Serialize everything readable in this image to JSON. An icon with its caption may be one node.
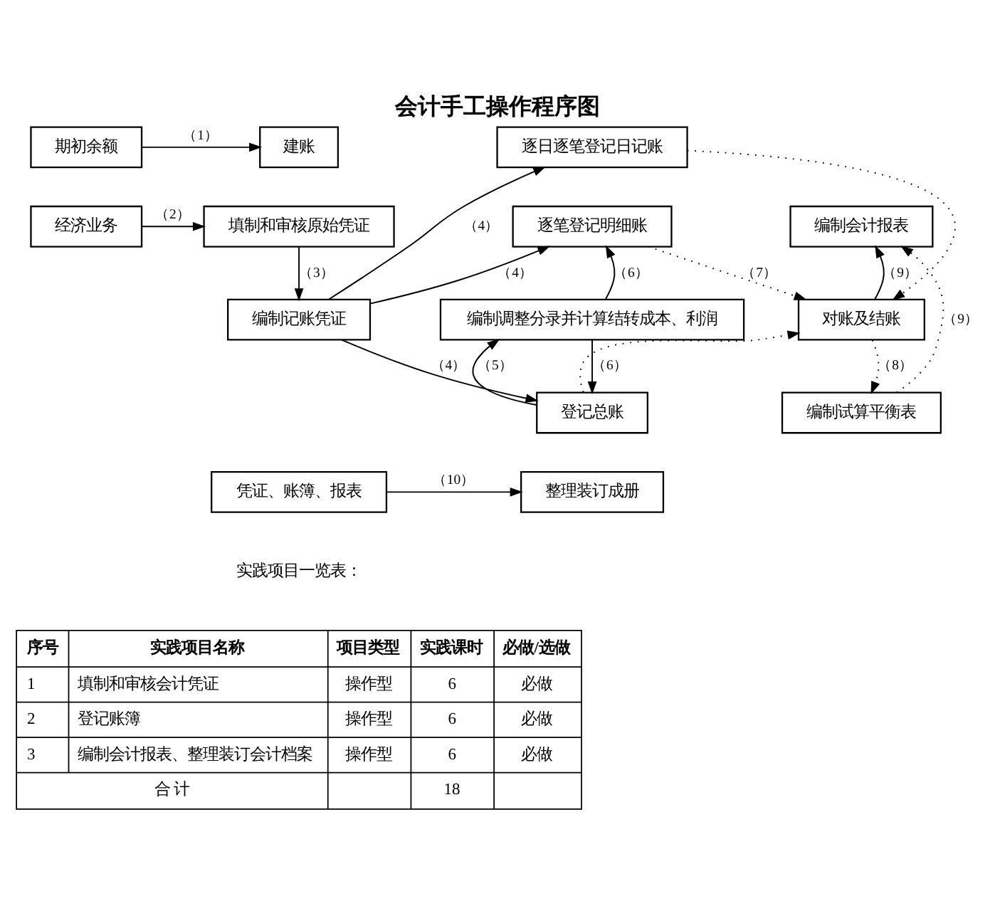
{
  "diagram": {
    "title": "会计手工操作程序图",
    "nodes": [
      {
        "text": [
          "期初余额"
        ]
      },
      {
        "text": [
          "建账"
        ]
      },
      {
        "text": [
          "经济业务"
        ]
      },
      {
        "text": [
          "填制和审核原始凭证"
        ]
      },
      {
        "text": [
          "编制记账凭证"
        ]
      },
      {
        "text": [
          "逐日逐笔登记日记账"
        ]
      },
      {
        "text": [
          "逐笔登记明细账"
        ]
      },
      {
        "text": [
          "编制调整分录并计算结转成本、利润"
        ]
      },
      {
        "text": [
          "登记总账"
        ]
      },
      {
        "text": [
          "对账及结账"
        ]
      },
      {
        "text": [
          "编制试算平衡表"
        ]
      },
      {
        "text": [
          "编制会计报表"
        ]
      },
      {
        "text": [
          "凭证、账簿、报表"
        ]
      },
      {
        "text": [
          "整理装订成册"
        ]
      }
    ],
    "edges": [
      {
        "from": 0,
        "to": 1,
        "arrow": "to",
        "label": "（1）"
      },
      {
        "from": 2,
        "to": 3,
        "arrow": "to",
        "label": "（2）"
      },
      {
        "from": 3,
        "to": 4,
        "arrow": "to",
        "label": "（3）"
      },
      {
        "from": 4,
        "to": 5,
        "arrow": "to",
        "label": "（4）"
      },
      {
        "from": 4,
        "to": 6,
        "arrow": "to",
        "label": "（4）"
      },
      {
        "from": 4,
        "to": 8,
        "arrow": "to",
        "label": "（4）"
      },
      {
        "from": 8,
        "to": 7,
        "arrow": "to",
        "label": "（5）"
      },
      {
        "from": 7,
        "to": 6,
        "arrow": "to",
        "label": "（6）"
      },
      {
        "from": 7,
        "to": 8,
        "arrow": "to",
        "label": "（6）"
      },
      {
        "from": 5,
        "to": 9,
        "arrow": "to",
        "style": "dashed"
      },
      {
        "from": 6,
        "to": 9,
        "arrow": "to",
        "style": "dashed",
        "label": "（7）"
      },
      {
        "from": 8,
        "to": 9,
        "arrow": "to",
        "style": "dashed"
      },
      {
        "from": 9,
        "to": 11,
        "arrow": "to",
        "label": "（9）"
      },
      {
        "from": 9,
        "to": 10,
        "arrow": "to",
        "style": "dashed",
        "label": "（8）"
      },
      {
        "from": 10,
        "to": 11,
        "arrow": "to",
        "style": "dashed",
        "label": "（9）"
      },
      {
        "from": 12,
        "to": 13,
        "arrow": "to",
        "label": "（10）"
      }
    ],
    "labels": [
      "实践项目一览表：",
      "序号",
      "实践项目名称",
      "项目类型",
      "实践课时",
      "必做/选做",
      "1",
      "填制和审核会计凭证",
      "操作型",
      "6",
      "必做",
      "2",
      "登记账簿",
      "操作型",
      "6",
      "必做",
      "3",
      "编制会计报表、整理装订会计档案",
      "操作型",
      "6",
      "必做",
      "合 计",
      "18"
    ]
  }
}
